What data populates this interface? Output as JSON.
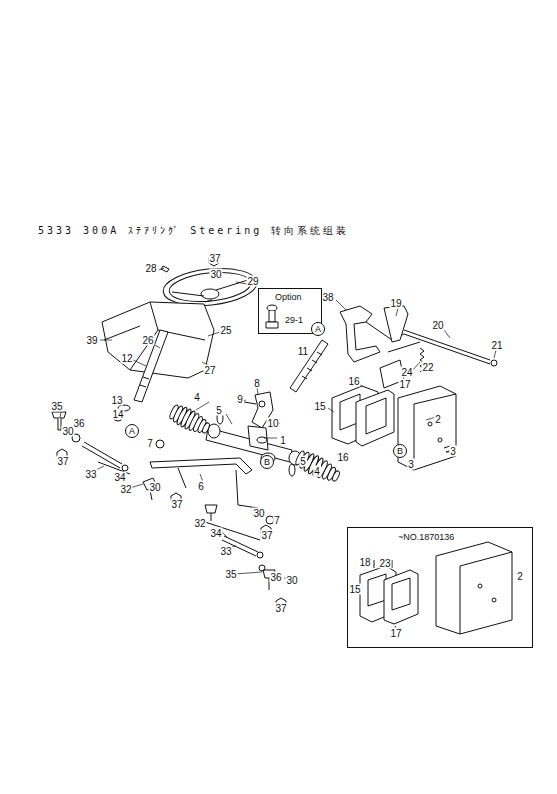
{
  "diagram": {
    "title": "5333 300A ｽﾃｱﾘﾝｸﾞ Steering 转向系统组装",
    "nodes": [
      {
        "text": [
          "Option",
          "29-1"
        ]
      },
      {
        "text": [
          "A"
        ]
      },
      {
        "text": [
          "A"
        ]
      },
      {
        "text": [
          "B"
        ]
      },
      {
        "text": [
          "B"
        ]
      },
      {
        "text": [
          "~NO.1870136"
        ]
      }
    ],
    "labels": [
      "37",
      "28",
      "30",
      "29",
      "38",
      "19",
      "20",
      "25",
      "26",
      "39",
      "21",
      "12",
      "11",
      "27",
      "22",
      "24",
      "17",
      "8",
      "16",
      "13",
      "4",
      "9",
      "35",
      "5",
      "14",
      "15",
      "2",
      "10",
      "36",
      "30",
      "1",
      "7",
      "3",
      "16",
      "3",
      "5",
      "37",
      "4",
      "33",
      "34",
      "30",
      "32",
      "6",
      "37",
      "30",
      "7",
      "32",
      "34",
      "37",
      "33",
      "35",
      "36",
      "30",
      "18",
      "23",
      "2",
      "15",
      "37",
      "17"
    ]
  }
}
